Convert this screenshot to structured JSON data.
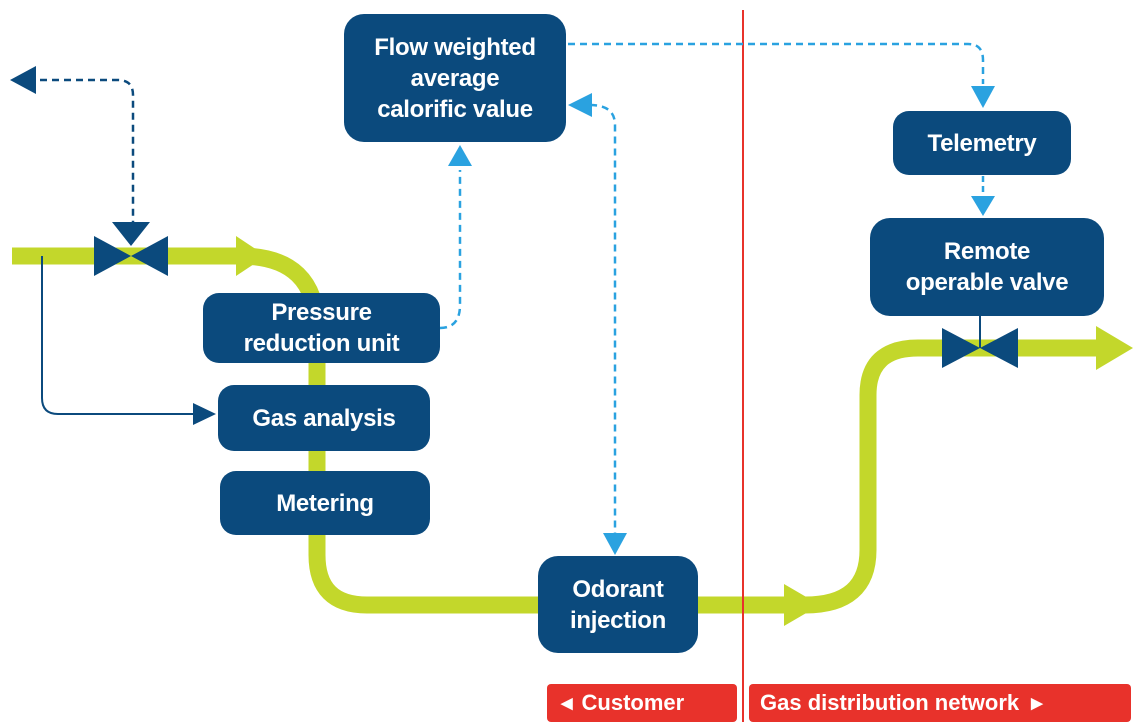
{
  "colors": {
    "pipe": "#c3d72b",
    "node_fill": "#0b4a7d",
    "valve": "#0b4a7d",
    "dash_light": "#2aa2e0",
    "dash_dark": "#0b4a7d",
    "boundary": "#e8322b"
  },
  "nodes": {
    "flow_weighted": "Flow weighted\naverage\ncalorific value",
    "telemetry": "Telemetry",
    "remote_valve": "Remote\noperable valve",
    "pressure_reduction": "Pressure\nreduction unit",
    "gas_analysis": "Gas analysis",
    "metering": "Metering",
    "odorant_injection": "Odorant\ninjection"
  },
  "boundary": {
    "customer_label": "Customer",
    "network_label": "Gas distribution network",
    "left_arrow_icon": "triangle-left",
    "right_arrow_icon": "triangle-right"
  }
}
